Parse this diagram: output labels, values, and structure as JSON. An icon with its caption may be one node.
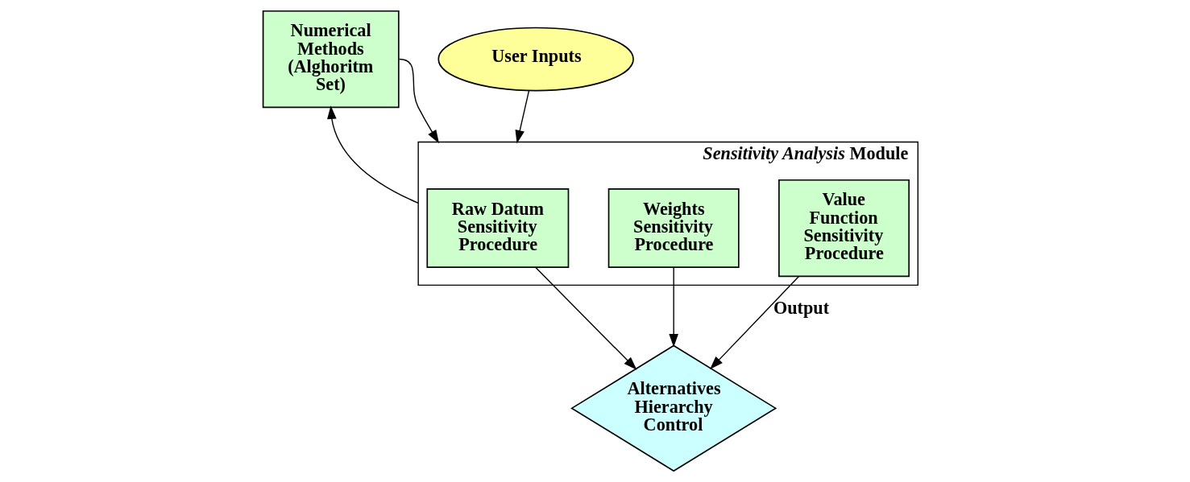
{
  "diagram": {
    "nodes": [
      {
        "text": [
          "*Sensitivity Analysis* Module"
        ]
      },
      {
        "text": [
          "User Inputs"
        ]
      },
      {
        "text": [
          "Numerical Methods (Alghoritm Set)"
        ]
      },
      {
        "text": [
          "Raw Datum Sensitivity Procedure"
        ],
        "in": 0
      },
      {
        "text": [
          "Weights Sensitivity Procedure"
        ],
        "in": 0
      },
      {
        "text": [
          "Value Function Sensitivity Procedure"
        ],
        "in": 0
      },
      {
        "text": [
          "Alternatives Hierarchy Control"
        ]
      }
    ],
    "edges": [
      {
        "from": 1,
        "to": 0,
        "arrow": "to"
      },
      {
        "from": 0,
        "to": 2,
        "arrow": "to"
      },
      {
        "from": 2,
        "to": 0,
        "arrow": "to"
      },
      {
        "from": 3,
        "to": 6,
        "arrow": "to"
      },
      {
        "from": 4,
        "to": 6,
        "arrow": "to"
      },
      {
        "from": 5,
        "to": 6,
        "arrow": "to",
        "label": "Output"
      }
    ]
  }
}
